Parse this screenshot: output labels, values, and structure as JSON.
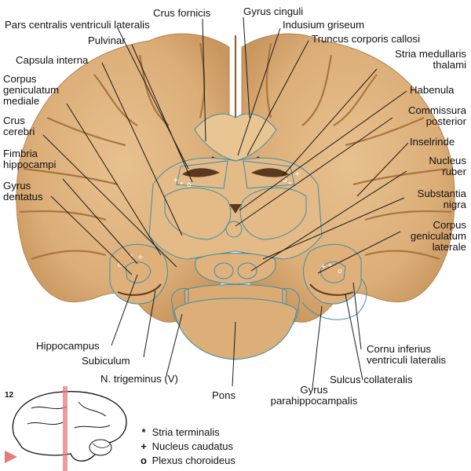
{
  "figure_number": "12",
  "labels": {
    "crus_fornicis": "Crus fornicis",
    "gyrus_cinguli": "Gyrus cinguli",
    "pars_centralis": "Pars centralis ventriculi lateralis",
    "indusium_griseum": "Indusium griseum",
    "pulvinar": "Pulvinar",
    "truncus_corporis_callosi": "Truncus corporis callosi",
    "capsula_interna": "Capsula interna",
    "stria_medullaris_1": "Stria medullaris",
    "stria_medullaris_2": "thalami",
    "corpus_gen_mediale_1": "Corpus",
    "corpus_gen_mediale_2": "geniculatum",
    "corpus_gen_mediale_3": "mediale",
    "habenula": "Habenula",
    "commissura_1": "Commissura",
    "commissura_2": "posterior",
    "crus_cerebri_1": "Crus",
    "crus_cerebri_2": "cerebri",
    "inselrinde": "Inselrinde",
    "fimbria_1": "Fimbria",
    "fimbria_2": "hippocampi",
    "nucleus_ruber_1": "Nucleus",
    "nucleus_ruber_2": "ruber",
    "gyrus_dentatus_1": "Gyrus",
    "gyrus_dentatus_2": "dentatus",
    "substantia_nigra_1": "Substantia",
    "substantia_nigra_2": "nigra",
    "corpus_gen_laterale_1": "Corpus",
    "corpus_gen_laterale_2": "geniculatum",
    "corpus_gen_laterale_3": "laterale",
    "hippocampus": "Hippocampus",
    "subiculum": "Subiculum",
    "cornu_inferius_1": "Cornu inferius",
    "cornu_inferius_2": "ventriculi lateralis",
    "n_trigeminus": "N. trigeminus (V)",
    "sulcus_collateralis": "Sulcus collateralis",
    "pons": "Pons",
    "gyrus_parahippo_1": "Gyrus",
    "gyrus_parahippo_2": "parahippocampalis"
  },
  "legend": [
    {
      "symbol": "*",
      "text": "Stria terminalis"
    },
    {
      "symbol": "+",
      "text": "Nucleus caudatus"
    },
    {
      "symbol": "o",
      "text": "Plexus choroideus"
    }
  ],
  "colors": {
    "tissue": "#dcae78",
    "tissue_light": "#e6bd8b",
    "tissue_dark": "#b7824e",
    "outline": "#3d8fa8",
    "leader": "#1a1a1a",
    "section_marker": "#e77b7b"
  }
}
